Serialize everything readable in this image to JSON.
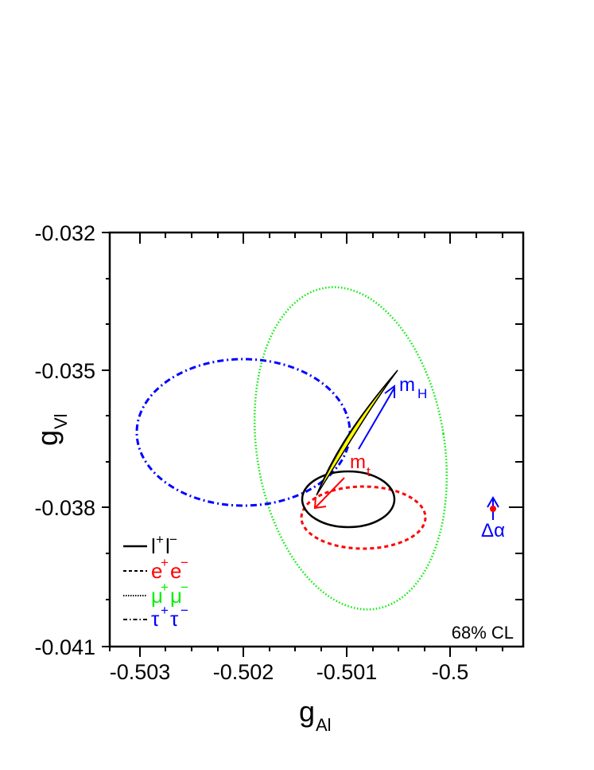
{
  "chart_data": {
    "type": "scatter",
    "title": "",
    "xlabel": "g_Al",
    "ylabel": "g_Vl",
    "xlim": [
      -0.50329,
      -0.49929
    ],
    "ylim": [
      -0.041,
      -0.032
    ],
    "x_ticks": [
      -0.503,
      -0.502,
      -0.501,
      -0.5
    ],
    "x_tick_labels": [
      "-0.503",
      "-0.502",
      "-0.501",
      "-0.5"
    ],
    "y_ticks": [
      -0.032,
      -0.035,
      -0.038,
      -0.041
    ],
    "y_tick_labels": [
      "-0.032",
      "-0.035",
      "-0.038",
      "-0.041"
    ],
    "grid": false,
    "legend_position": "lower-left",
    "confidence_level": "68% CL",
    "series": [
      {
        "name": "l+l-",
        "style": "solid",
        "color": "#000000",
        "shape": "ellipse",
        "center": {
          "gA": -0.50127,
          "gV": -0.03805
        },
        "half_width_gA": 0.00045,
        "half_height_gV": 0.0006
      },
      {
        "name": "e+e-",
        "style": "dashed",
        "color": "#ff0000",
        "shape": "ellipse",
        "center": {
          "gA": -0.50112,
          "gV": -0.03845
        },
        "half_width_gA": 0.0006,
        "half_height_gV": 0.00068
      },
      {
        "name": "mu+mu-",
        "style": "dotted",
        "color": "#00ee00",
        "shape": "ellipse",
        "center": {
          "gA": -0.50126,
          "gV": -0.03768
        },
        "extent_gA": [
          -0.50262,
          -0.50055
        ],
        "extent_gV": [
          -0.04084,
          -0.03363
        ],
        "tilt": "major axis tilted, top leaning left"
      },
      {
        "name": "tau+tau-",
        "style": "dash-dot",
        "color": "#0000ff",
        "shape": "ellipse",
        "center": {
          "gA": -0.502,
          "gV": -0.03665
        },
        "half_width_gA": 0.00104,
        "half_height_gV": 0.0016
      }
    ],
    "sm_prediction_band": {
      "color": "#ffff00",
      "description": "Standard Model prediction band (yellow) from about (-0.50151, -0.03765) to (-0.50085, -0.035)"
    },
    "annotations": [
      {
        "text": "m_H",
        "color": "#0000ff",
        "arrow_from": {
          "gA": -0.50112,
          "gV": -0.03674
        },
        "arrow_to": {
          "gA": -0.50088,
          "gV": -0.03537
        }
      },
      {
        "text": "m_t",
        "color": "#ff0000",
        "arrow_from": {
          "gA": -0.50123,
          "gV": -0.0377
        },
        "arrow_to": {
          "gA": -0.50153,
          "gV": -0.03798
        }
      },
      {
        "text": "Δα",
        "color": "#0000ff",
        "point": {
          "gA": -0.5,
          "gV": -0.038
        },
        "point_color": "#ff0000",
        "arrow": "up"
      }
    ]
  },
  "axes": {
    "x_title_main": "g",
    "x_title_sub": "Al",
    "y_title_main": "g",
    "y_title_sub": "Vl",
    "x_tick_labels": [
      "-0.503",
      "-0.502",
      "-0.501",
      "-0.5"
    ],
    "y_tick_labels": [
      "-0.032",
      "-0.035",
      "-0.038",
      "-0.041"
    ]
  },
  "legend": {
    "items": [
      {
        "base1": "l",
        "sup1": "+",
        "base2": "l",
        "sup2": "−",
        "color": "#000000"
      },
      {
        "base1": "e",
        "sup1": "+",
        "base2": "e",
        "sup2": "−",
        "color": "#ff0000"
      },
      {
        "base1": "μ",
        "sup1": "+",
        "base2": "μ",
        "sup2": "−",
        "color": "#00ee00"
      },
      {
        "base1": "τ",
        "sup1": "+",
        "base2": "τ",
        "sup2": "−",
        "color": "#0000ff"
      }
    ]
  },
  "labels": {
    "mH_main": "m",
    "mH_sub": "H",
    "mt_main": "m",
    "mt_sub": "t",
    "delta_alpha": "Δα",
    "cl": "68% CL"
  },
  "colors": {
    "black": "#000000",
    "red": "#ff0000",
    "green": "#00ee00",
    "blue": "#0000ff",
    "yellow": "#ffff00"
  }
}
